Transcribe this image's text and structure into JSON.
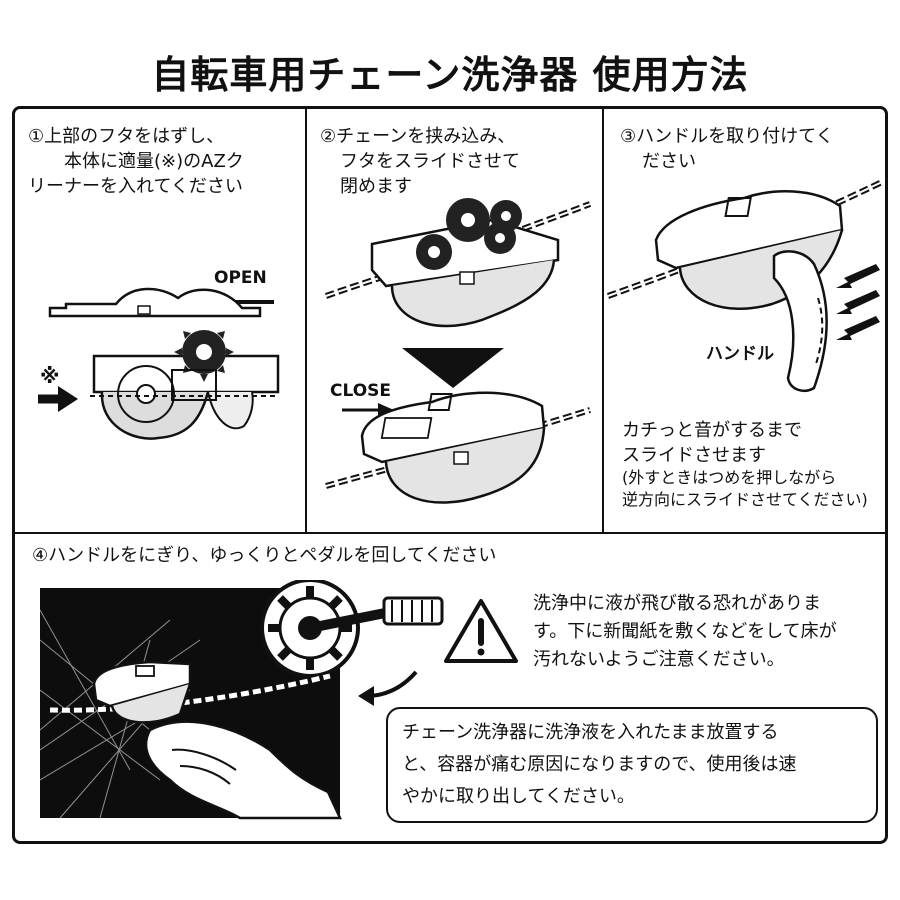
{
  "title": "自転車用チェーン洗浄器 使用方法",
  "step1": {
    "lines": [
      "①上部のフタをはずし、",
      "本体に適量(※)のAZク",
      "リーナーを入れてください"
    ],
    "open_label": "OPEN",
    "mark": "※"
  },
  "step2": {
    "lines": [
      "②チェーンを挟み込み、",
      "フタをスライドさせて",
      "閉めます"
    ],
    "close_label": "CLOSE"
  },
  "step3": {
    "lines": [
      "③ハンドルを取り付けてく",
      "ださい"
    ],
    "handle_label": "ハンドル",
    "note_lines": [
      "カチっと音がするまで",
      "スライドさせます"
    ],
    "sub_lines": [
      "(外すときはつめを押しながら",
      "逆方向にスライドさせてください)"
    ]
  },
  "step4": {
    "heading": "④ハンドルをにぎり、ゆっくりとペダルを回してください",
    "warning_lines": [
      "洗浄中に液が飛び散る恐れがありま",
      "す。下に新聞紙を敷くなどをして床が",
      "汚れないようご注意ください。"
    ],
    "note_lines": [
      "チェーン洗浄器に洗浄液を入れたまま放置する",
      "と、容器が痛む原因になりますので、使用後は速",
      "やかに取り出してください。"
    ]
  },
  "icons": [
    "warning-triangle-icon",
    "arrow-right-icon",
    "arrow-down-icon",
    "curved-arrow-icon"
  ]
}
